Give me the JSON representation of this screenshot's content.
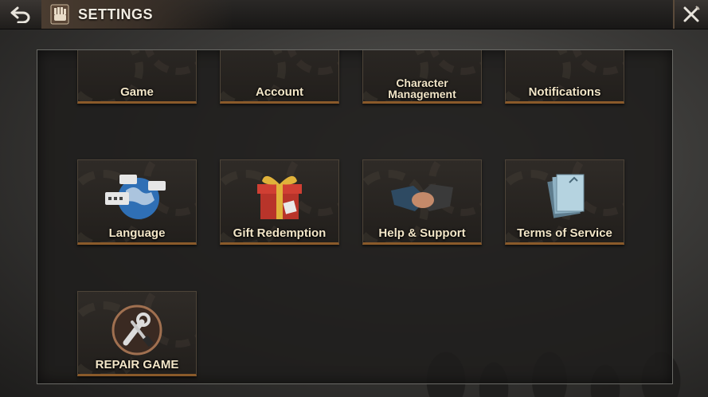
{
  "header": {
    "title": "SETTINGS",
    "back_icon": "back-arrow-icon",
    "emblem_icon": "fist-emblem-icon",
    "close_icon": "close-x-icon"
  },
  "tiles_row1": [
    {
      "label": "Game",
      "icon": "gear-icon"
    },
    {
      "label": "Account",
      "icon": "account-folder-icon"
    },
    {
      "label_line1": "Character",
      "label_line2": "Management",
      "icon": "character-portrait-icon"
    },
    {
      "label": "Notifications",
      "icon": "phone-notification-icon"
    }
  ],
  "tiles_row2": [
    {
      "label": "Language",
      "icon": "globe-speech-icon"
    },
    {
      "label": "Gift Redemption",
      "icon": "gift-box-icon"
    },
    {
      "label": "Help & Support",
      "icon": "handshake-icon"
    },
    {
      "label": "Terms of Service",
      "icon": "documents-icon"
    }
  ],
  "tiles_row3": [
    {
      "label": "REPAIR GAME",
      "icon": "wrench-screwdriver-icon"
    }
  ],
  "colors": {
    "label_text": "#f3e6c8",
    "tile_border_accent": "#8a5a2a",
    "panel_border": "#6a6a66"
  }
}
